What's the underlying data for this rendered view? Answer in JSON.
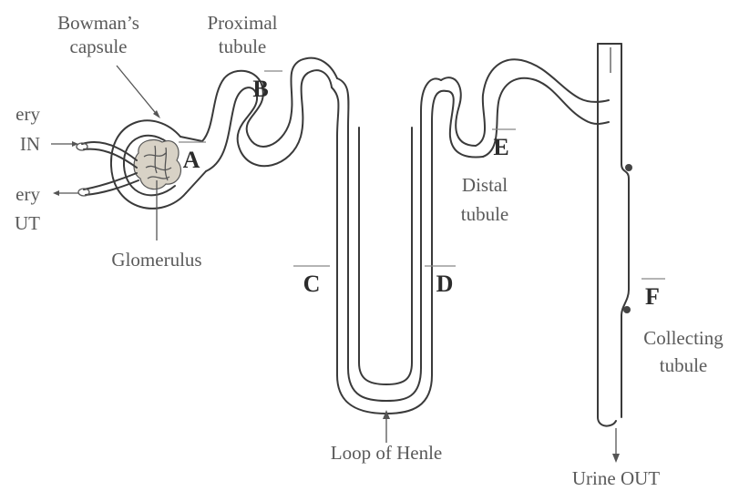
{
  "labels": {
    "bowmans_line1": "Bowman’s",
    "bowmans_line2": "capsule",
    "proximal_line1": "Proximal",
    "proximal_line2": "tubule",
    "artery_in_line1": "ery",
    "artery_in_line2": "IN",
    "artery_out_line1": "ery",
    "artery_out_line2": "UT",
    "glomerulus": "Glomerulus",
    "distal_line1": "Distal",
    "distal_line2": "tubule",
    "loop_of_henle": "Loop of Henle",
    "collecting_line1": "Collecting",
    "collecting_line2": "tubule",
    "urine_out": "Urine OUT"
  },
  "letters": {
    "a": "A",
    "b": "B",
    "c": "C",
    "d": "D",
    "e": "E",
    "f": "F"
  },
  "colors": {
    "line": "#3a3a3a",
    "label": "#5a5a5a",
    "letter": "#2c2c2c",
    "glomerulus_fill": "#d8d2c6"
  }
}
